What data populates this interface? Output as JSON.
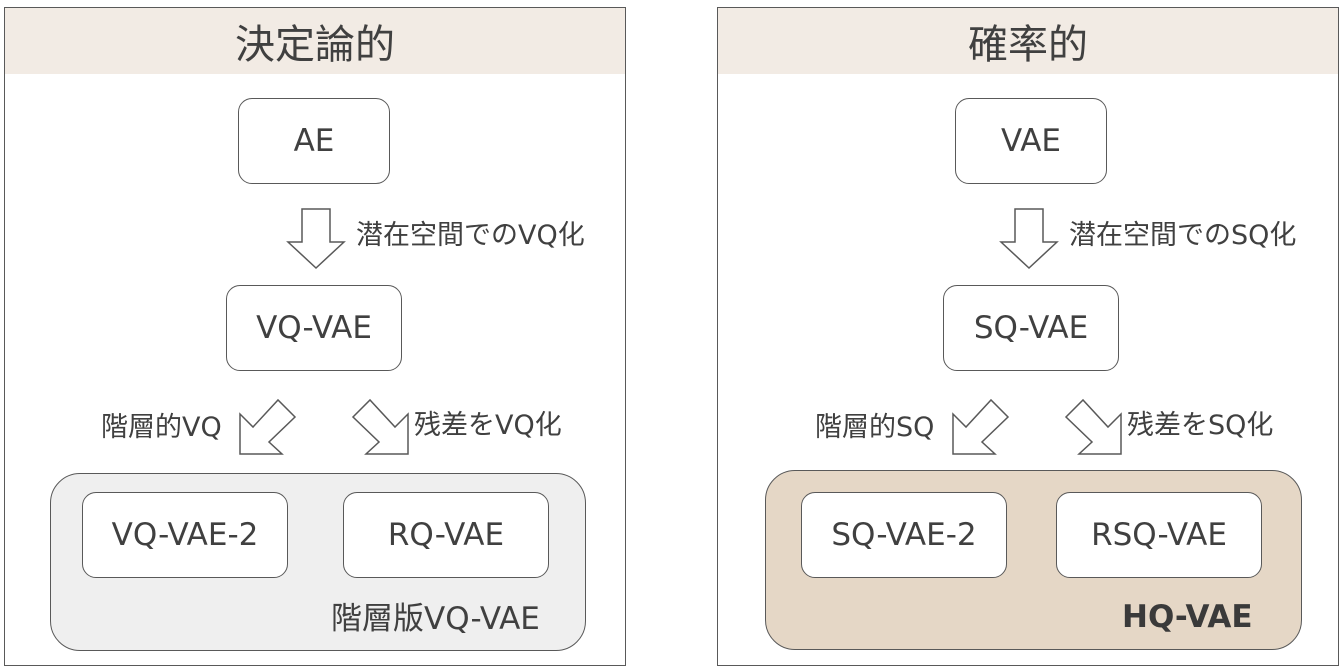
{
  "colors": {
    "panel_header_bg": "#f2ebe4",
    "left_group_bg": "#efefef",
    "right_group_bg": "#e5d7c6",
    "border": "#595959",
    "text": "#404040"
  },
  "left": {
    "title": "決定論的",
    "top_node": "AE",
    "step1_label": "潜在空間でのVQ化",
    "mid_node": "VQ-VAE",
    "branch_left_label": "階層的VQ",
    "branch_right_label": "残差をVQ化",
    "leaf_left": "VQ-VAE-2",
    "leaf_right": "RQ-VAE",
    "group_label": "階層版VQ-VAE"
  },
  "right": {
    "title": "確率的",
    "top_node": "VAE",
    "step1_label": "潜在空間でのSQ化",
    "mid_node": "SQ-VAE",
    "branch_left_label": "階層的SQ",
    "branch_right_label": "残差をSQ化",
    "leaf_left": "SQ-VAE-2",
    "leaf_right": "RSQ-VAE",
    "group_label": "HQ-VAE"
  },
  "icons": {
    "down_arrow": "down-arrow-icon",
    "diag_left_arrow": "down-left-arrow-icon",
    "diag_right_arrow": "down-right-arrow-icon"
  }
}
